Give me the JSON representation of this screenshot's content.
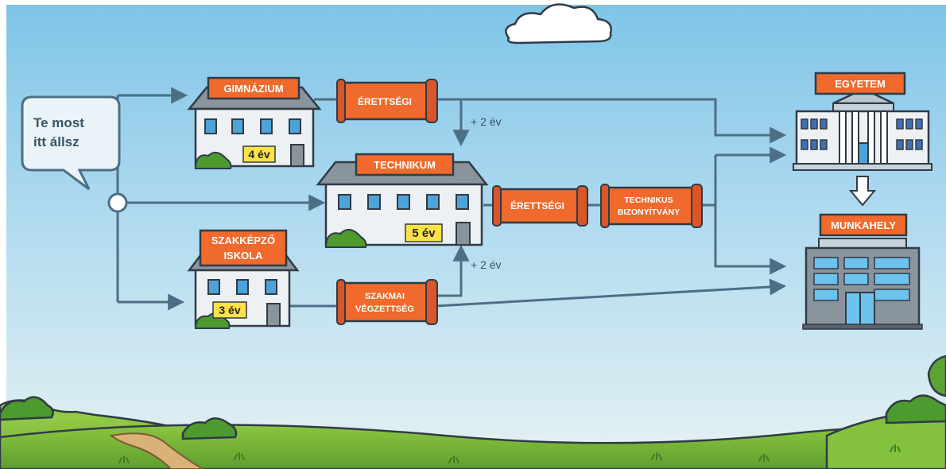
{
  "speech_bubble": {
    "line1": "Te most",
    "line2": "itt állsz"
  },
  "schools": {
    "gimnazium": {
      "label": "GIMNÁZIUM",
      "years": "4 év"
    },
    "technikum": {
      "label": "TECHNIKUM",
      "years": "5 év"
    },
    "szakkepzo": {
      "label_line1": "SZAKKÉPZŐ",
      "label_line2": "ISKOLA",
      "years": "3 év"
    }
  },
  "certificates": {
    "erettsegi_top": "ÉRETTSÉGI",
    "erettsegi_mid": "ÉRETTSÉGI",
    "technikus_line1": "TECHNIKUS",
    "technikus_line2": "BIZONYÍTVÁNY",
    "szakmai_line1": "SZAKMAI",
    "szakmai_line2": "VÉGZETTSÉG"
  },
  "transfers": {
    "upper": "+ 2 év",
    "lower": "+ 2 év"
  },
  "destinations": {
    "egyetem": "EGYETEM",
    "munkahely": "MUNKAHELY"
  },
  "colors": {
    "sky_top": "#7ec4e8",
    "sky_bottom": "#e4f1f3",
    "label_orange": "#ef6a2c",
    "year_badge": "#ffe14a",
    "flow_line": "#4d6f86",
    "grass": "#7cbd3b"
  }
}
